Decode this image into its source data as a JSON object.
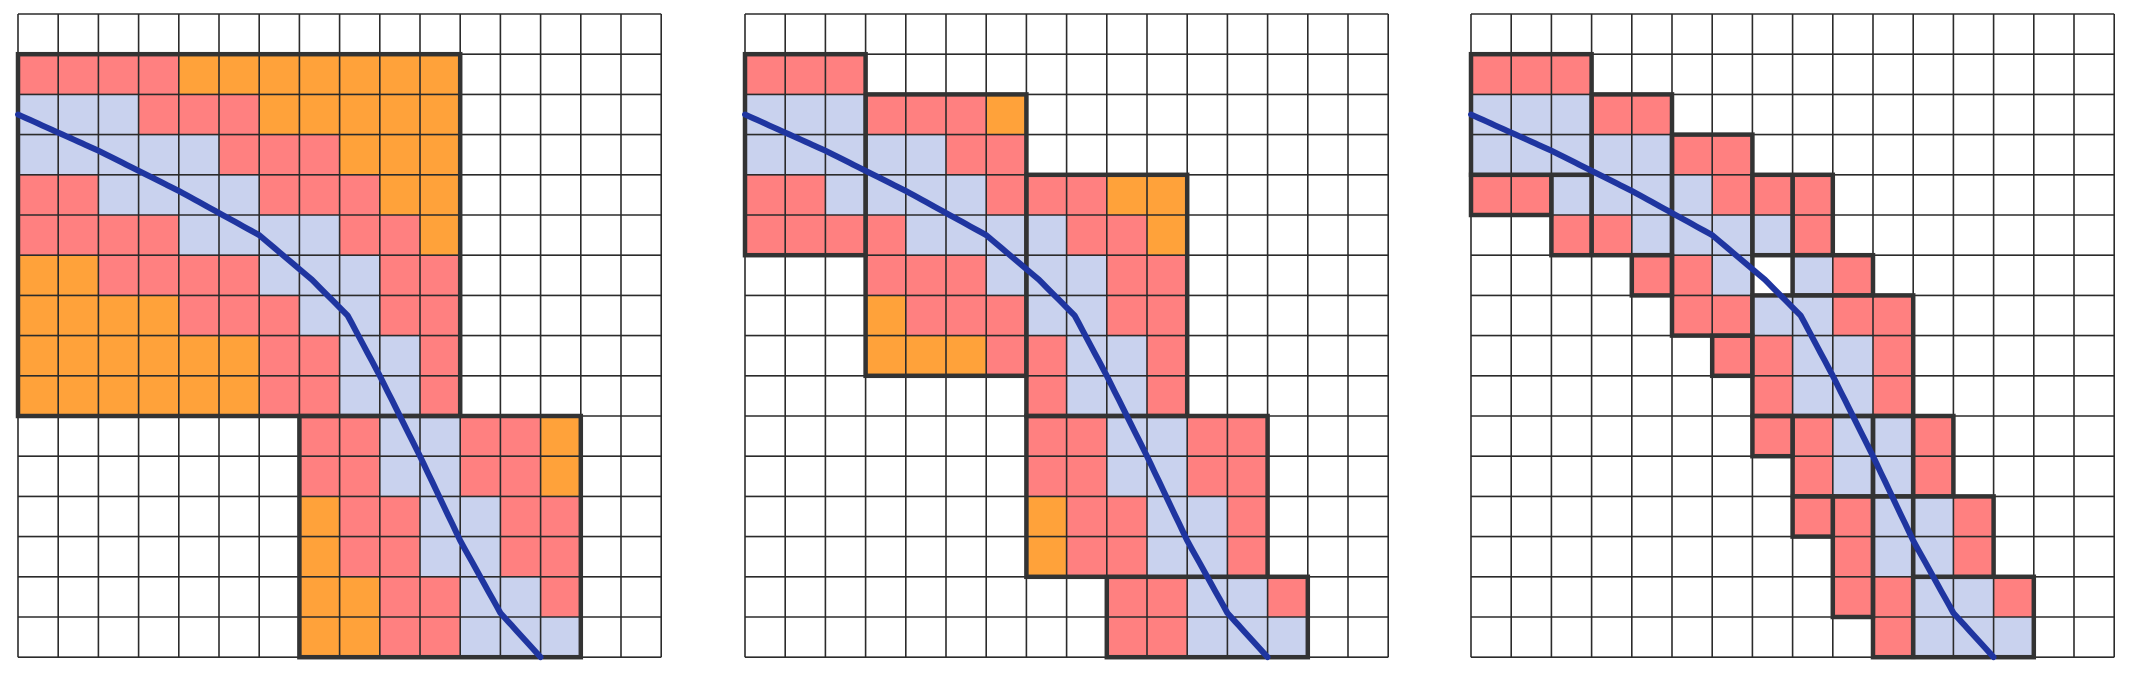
{
  "colors": {
    "background": "#ffffff",
    "grid_line": "#2b2b2b",
    "cell_far": "#ffa23a",
    "cell_near": "#ff8080",
    "cell_on_curve": "#c9d2ee",
    "block_border": "#333333",
    "curve": "#1f35a0"
  },
  "grid": {
    "columns": 16,
    "rows": 16
  },
  "curve": {
    "start": [
      0,
      2.5
    ],
    "end": [
      13,
      16
    ],
    "description_points": [
      [
        0,
        2.5
      ],
      [
        2,
        3.4
      ],
      [
        4,
        4.4
      ],
      [
        6,
        5.5
      ],
      [
        7.3,
        6.6
      ],
      [
        8.2,
        7.5
      ],
      [
        9,
        9.0
      ],
      [
        10,
        11.0
      ],
      [
        11,
        13.1
      ],
      [
        12,
        14.9
      ],
      [
        13,
        16
      ]
    ]
  },
  "panels": [
    {
      "id": "coarse",
      "blocks": [
        {
          "col": 0,
          "row": 1,
          "w": 11,
          "h": 9
        },
        {
          "col": 7,
          "row": 10,
          "w": 7,
          "h": 6
        }
      ]
    },
    {
      "id": "medium",
      "blocks": [
        {
          "col": 0,
          "row": 1,
          "w": 3,
          "h": 5
        },
        {
          "col": 3,
          "row": 2,
          "w": 4,
          "h": 7
        },
        {
          "col": 7,
          "row": 4,
          "w": 4,
          "h": 6
        },
        {
          "col": 7,
          "row": 10,
          "w": 6,
          "h": 4
        },
        {
          "col": 9,
          "row": 14,
          "w": 5,
          "h": 2
        }
      ]
    },
    {
      "id": "fine",
      "blocks": [
        {
          "col": 0,
          "row": 1,
          "w": 3,
          "h": 3
        },
        {
          "col": 0,
          "row": 4,
          "w": 2,
          "h": 1
        },
        {
          "col": 2,
          "row": 4,
          "w": 1,
          "h": 2
        },
        {
          "col": 3,
          "row": 2,
          "w": 2,
          "h": 4
        },
        {
          "col": 4,
          "row": 6,
          "w": 1,
          "h": 1
        },
        {
          "col": 5,
          "row": 3,
          "w": 2,
          "h": 5
        },
        {
          "col": 6,
          "row": 8,
          "w": 1,
          "h": 1
        },
        {
          "col": 7,
          "row": 4,
          "w": 1,
          "h": 2
        },
        {
          "col": 8,
          "row": 4,
          "w": 1,
          "h": 2
        },
        {
          "col": 8,
          "row": 6,
          "w": 2,
          "h": 1
        },
        {
          "col": 7,
          "row": 7,
          "w": 4,
          "h": 3
        },
        {
          "col": 7,
          "row": 10,
          "w": 1,
          "h": 1
        },
        {
          "col": 8,
          "row": 10,
          "w": 2,
          "h": 2
        },
        {
          "col": 10,
          "row": 10,
          "w": 1,
          "h": 2
        },
        {
          "col": 11,
          "row": 10,
          "w": 1,
          "h": 2
        },
        {
          "col": 8,
          "row": 12,
          "w": 1,
          "h": 1
        },
        {
          "col": 9,
          "row": 12,
          "w": 1,
          "h": 3
        },
        {
          "col": 10,
          "row": 12,
          "w": 1,
          "h": 4
        },
        {
          "col": 11,
          "row": 12,
          "w": 2,
          "h": 2
        },
        {
          "col": 11,
          "row": 14,
          "w": 3,
          "h": 2
        }
      ]
    }
  ]
}
